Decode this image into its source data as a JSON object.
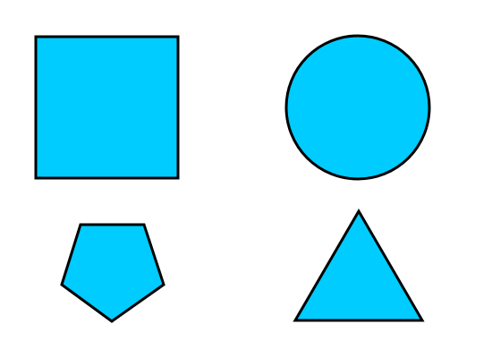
{
  "style": {
    "fill_color": "#00CCFF",
    "stroke_color": "#000000",
    "background_color": "#FFFFFF"
  },
  "shapes": [
    {
      "name": "square",
      "kind": "square"
    },
    {
      "name": "circle",
      "kind": "circle"
    },
    {
      "name": "pentagon",
      "kind": "pentagon"
    },
    {
      "name": "triangle",
      "kind": "triangle"
    }
  ]
}
